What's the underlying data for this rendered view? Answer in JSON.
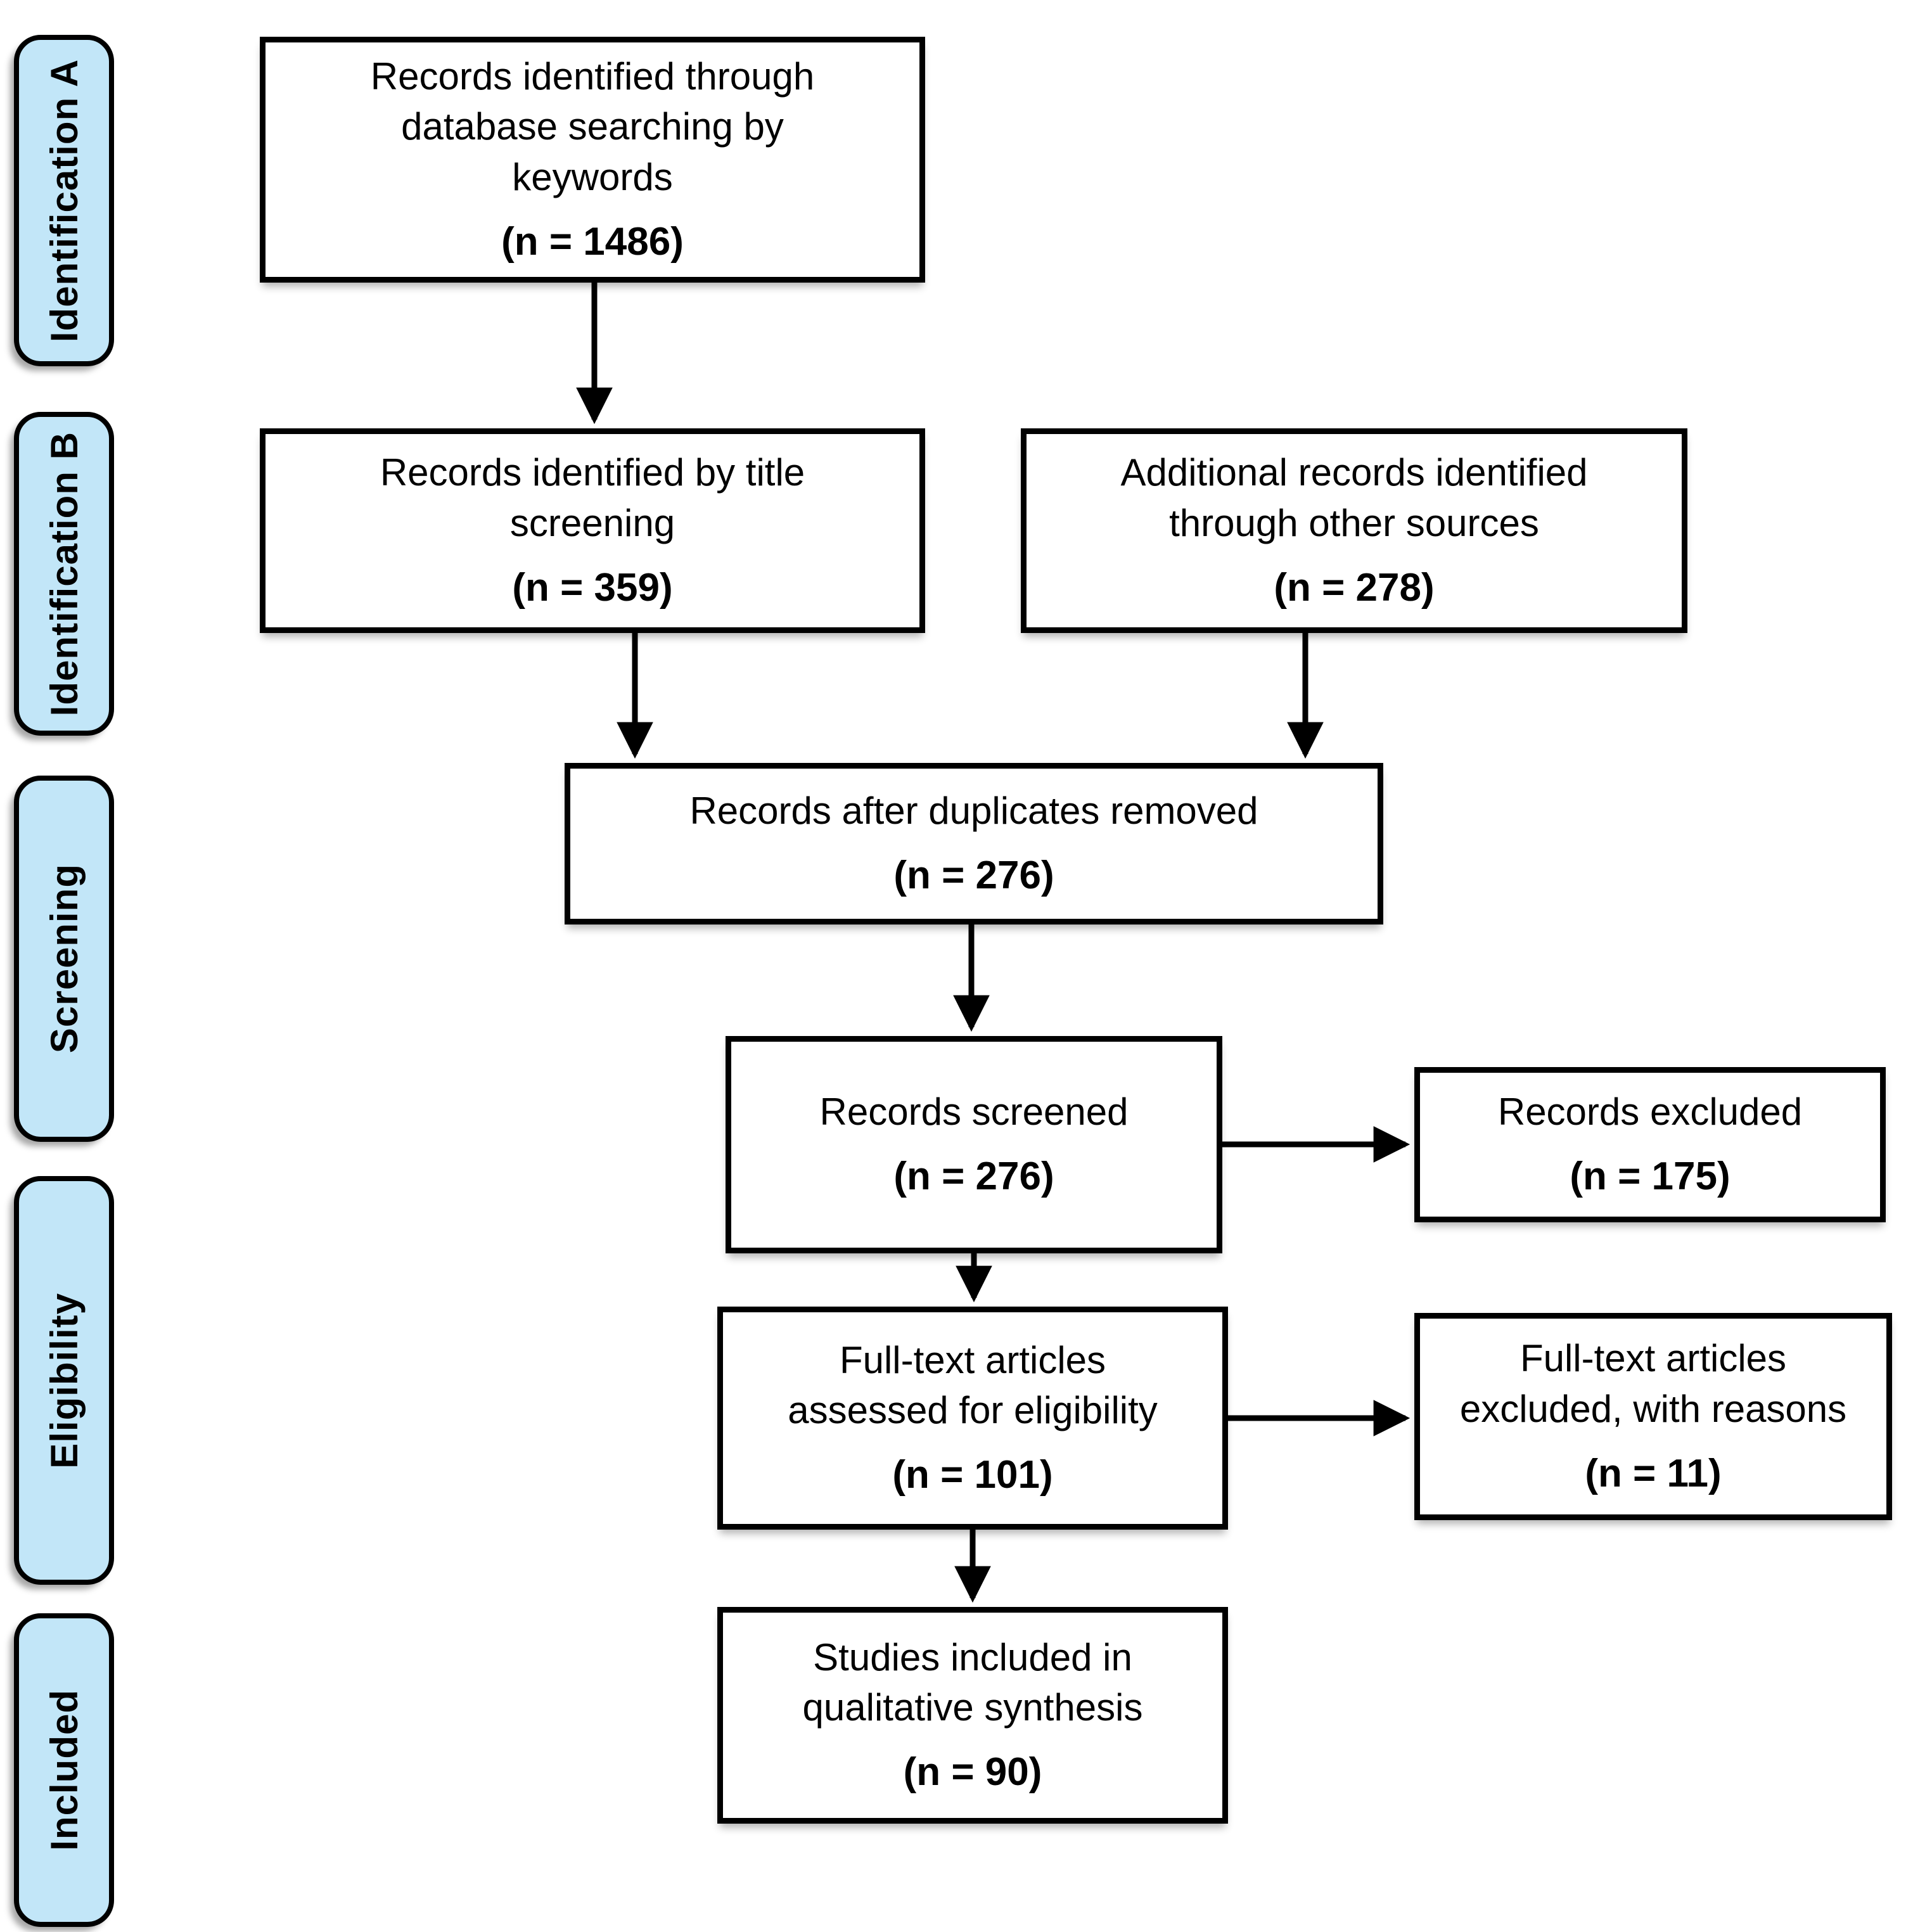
{
  "colors": {
    "background": "#ffffff",
    "stage_fill": "#c2e6f8",
    "box_fill": "#ffffff",
    "border": "#000000",
    "text": "#000000"
  },
  "sidebar": {
    "labels": [
      {
        "text": "Identification A"
      },
      {
        "text": "Identification B"
      },
      {
        "text": "Screening"
      },
      {
        "text": "Eligibility"
      },
      {
        "text": "Included"
      }
    ]
  },
  "nodes": [
    {
      "text": "Records identified through\ndatabase searching by\nkeywords",
      "count": "(n = 1486)"
    },
    {
      "text": "Records identified by title\nscreening",
      "count": "(n = 359)"
    },
    {
      "text": "Additional records identified\nthrough other sources",
      "count": "(n = 278)"
    },
    {
      "text": "Records after duplicates removed",
      "count": "(n = 276)"
    },
    {
      "text": "Records screened",
      "count": "(n = 276)"
    },
    {
      "text": "Records excluded",
      "count": "(n = 175)"
    },
    {
      "text": "Full-text articles\nassessed for eligibility",
      "count": "(n = 101)"
    },
    {
      "text": "Full-text articles\nexcluded, with reasons",
      "count": "(n = 11)"
    },
    {
      "text": "Studies included in\nqualitative synthesis",
      "count": "(n = 90)"
    }
  ]
}
